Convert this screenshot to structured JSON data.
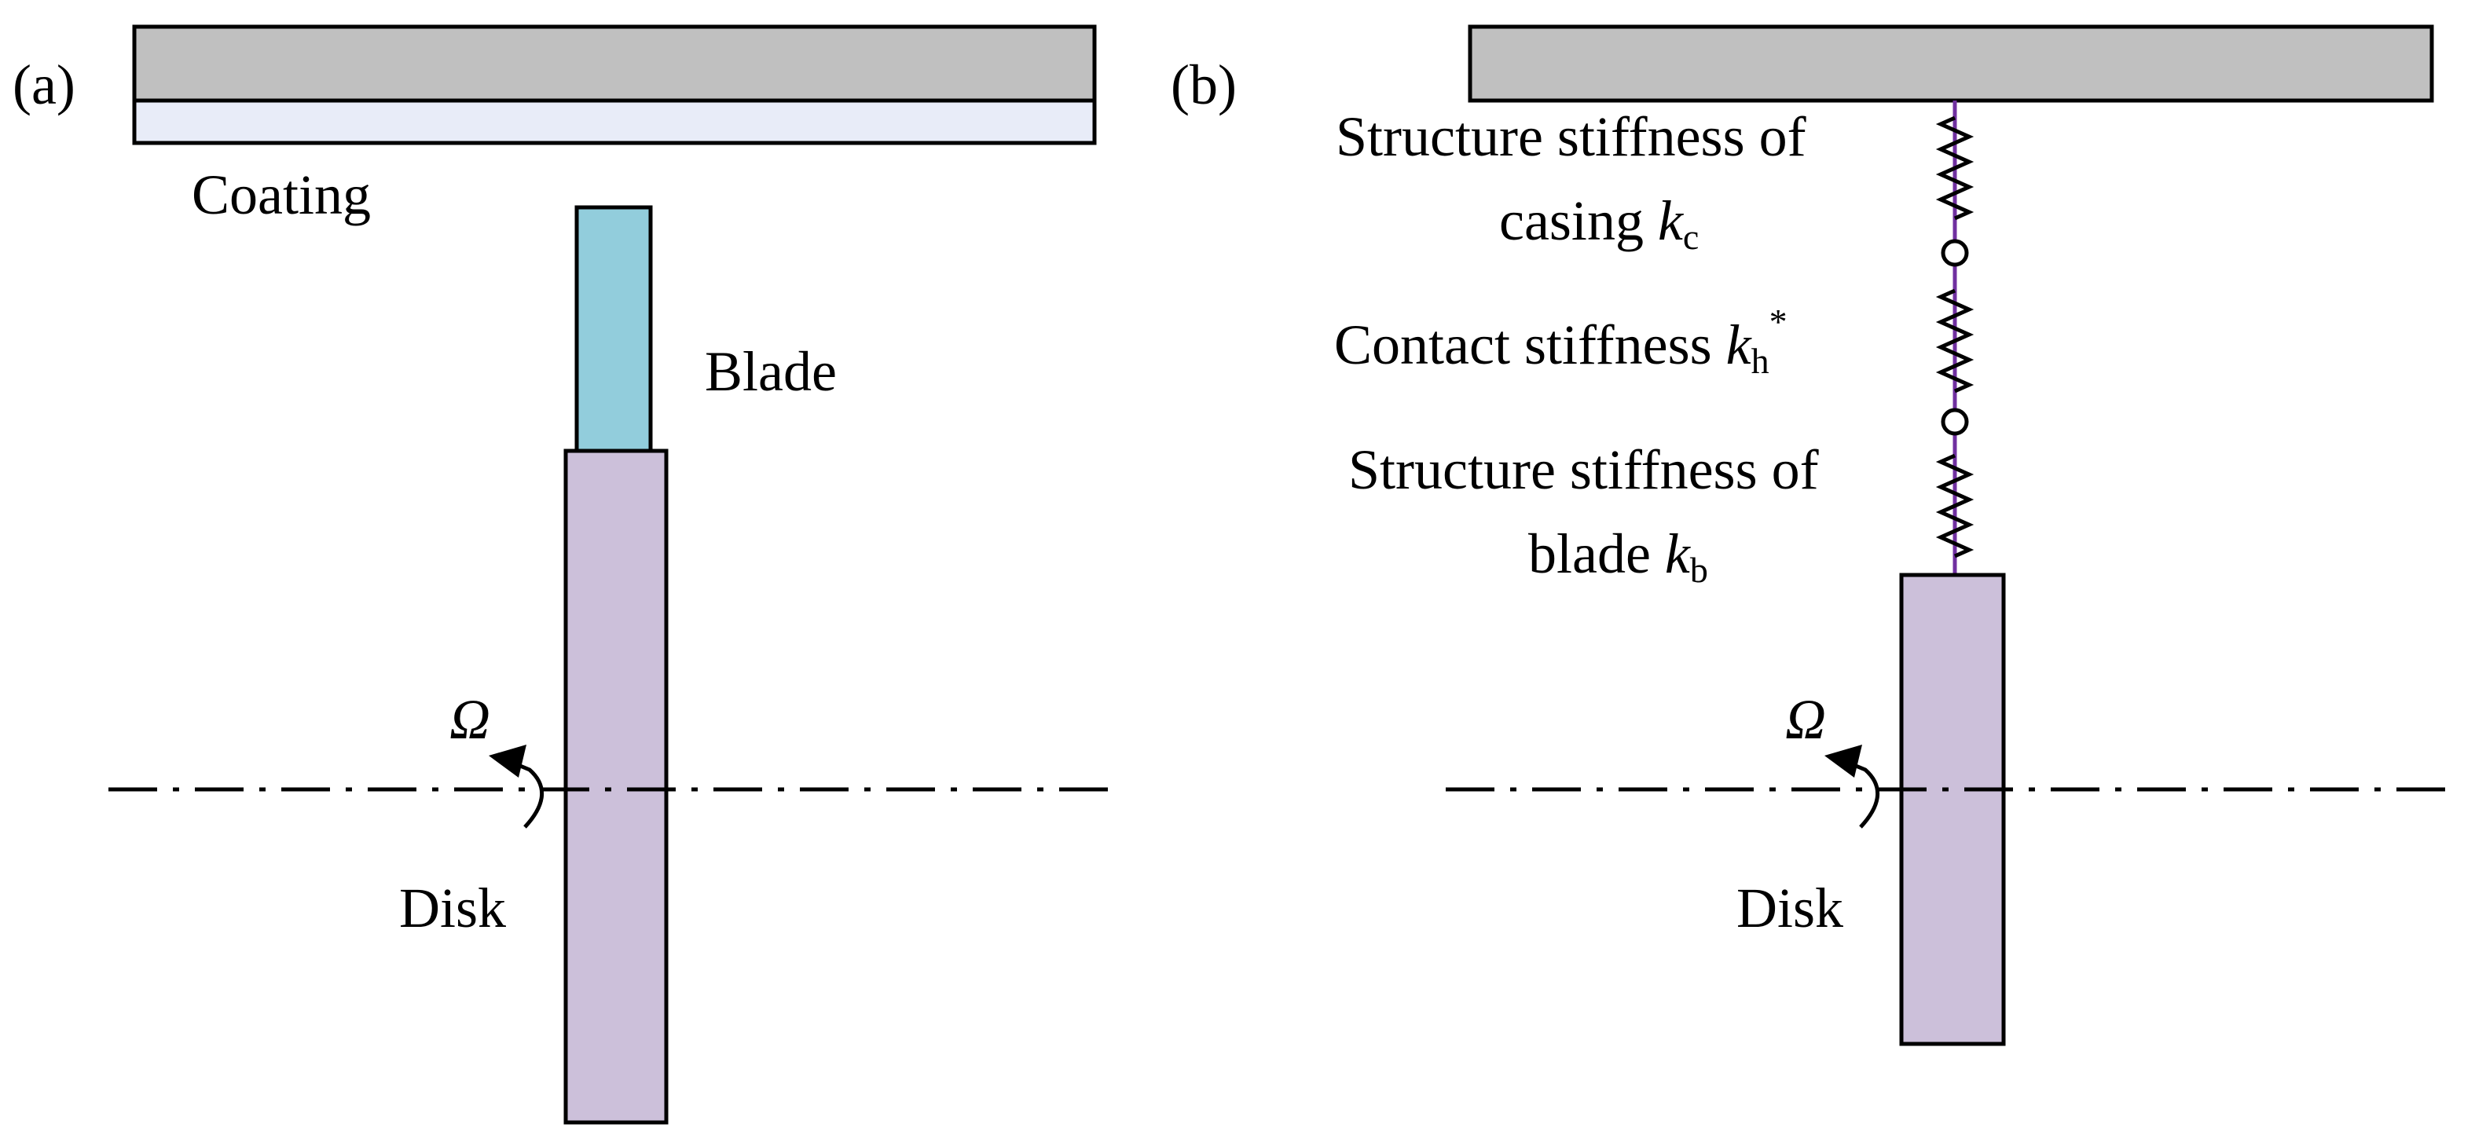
{
  "panel_a": {
    "tag": "(a)",
    "coating_label": "Coating",
    "blade_label": "Blade",
    "disk_label": "Disk",
    "omega_label": "Ω"
  },
  "panel_b": {
    "tag": "(b)",
    "casing_line1": "Structure stiffness of",
    "casing_line2": "casing",
    "casing_symbol": "k",
    "casing_subscript": "c",
    "contact_text": "Contact stiffness",
    "contact_symbol": "k",
    "contact_subscript": "h",
    "contact_superscript": "*",
    "blade_line1": "Structure stiffness of",
    "blade_line2": "blade",
    "blade_symbol": "k",
    "blade_subscript": "b",
    "disk_label": "Disk",
    "omega_label": "Ω"
  },
  "colors": {
    "casing": "#c0c0c0",
    "coating": "#e8ecf8",
    "blade": "#92cddc",
    "disk": "#ccc0da",
    "spring_axis": "#7030a0",
    "stroke": "#000000"
  }
}
